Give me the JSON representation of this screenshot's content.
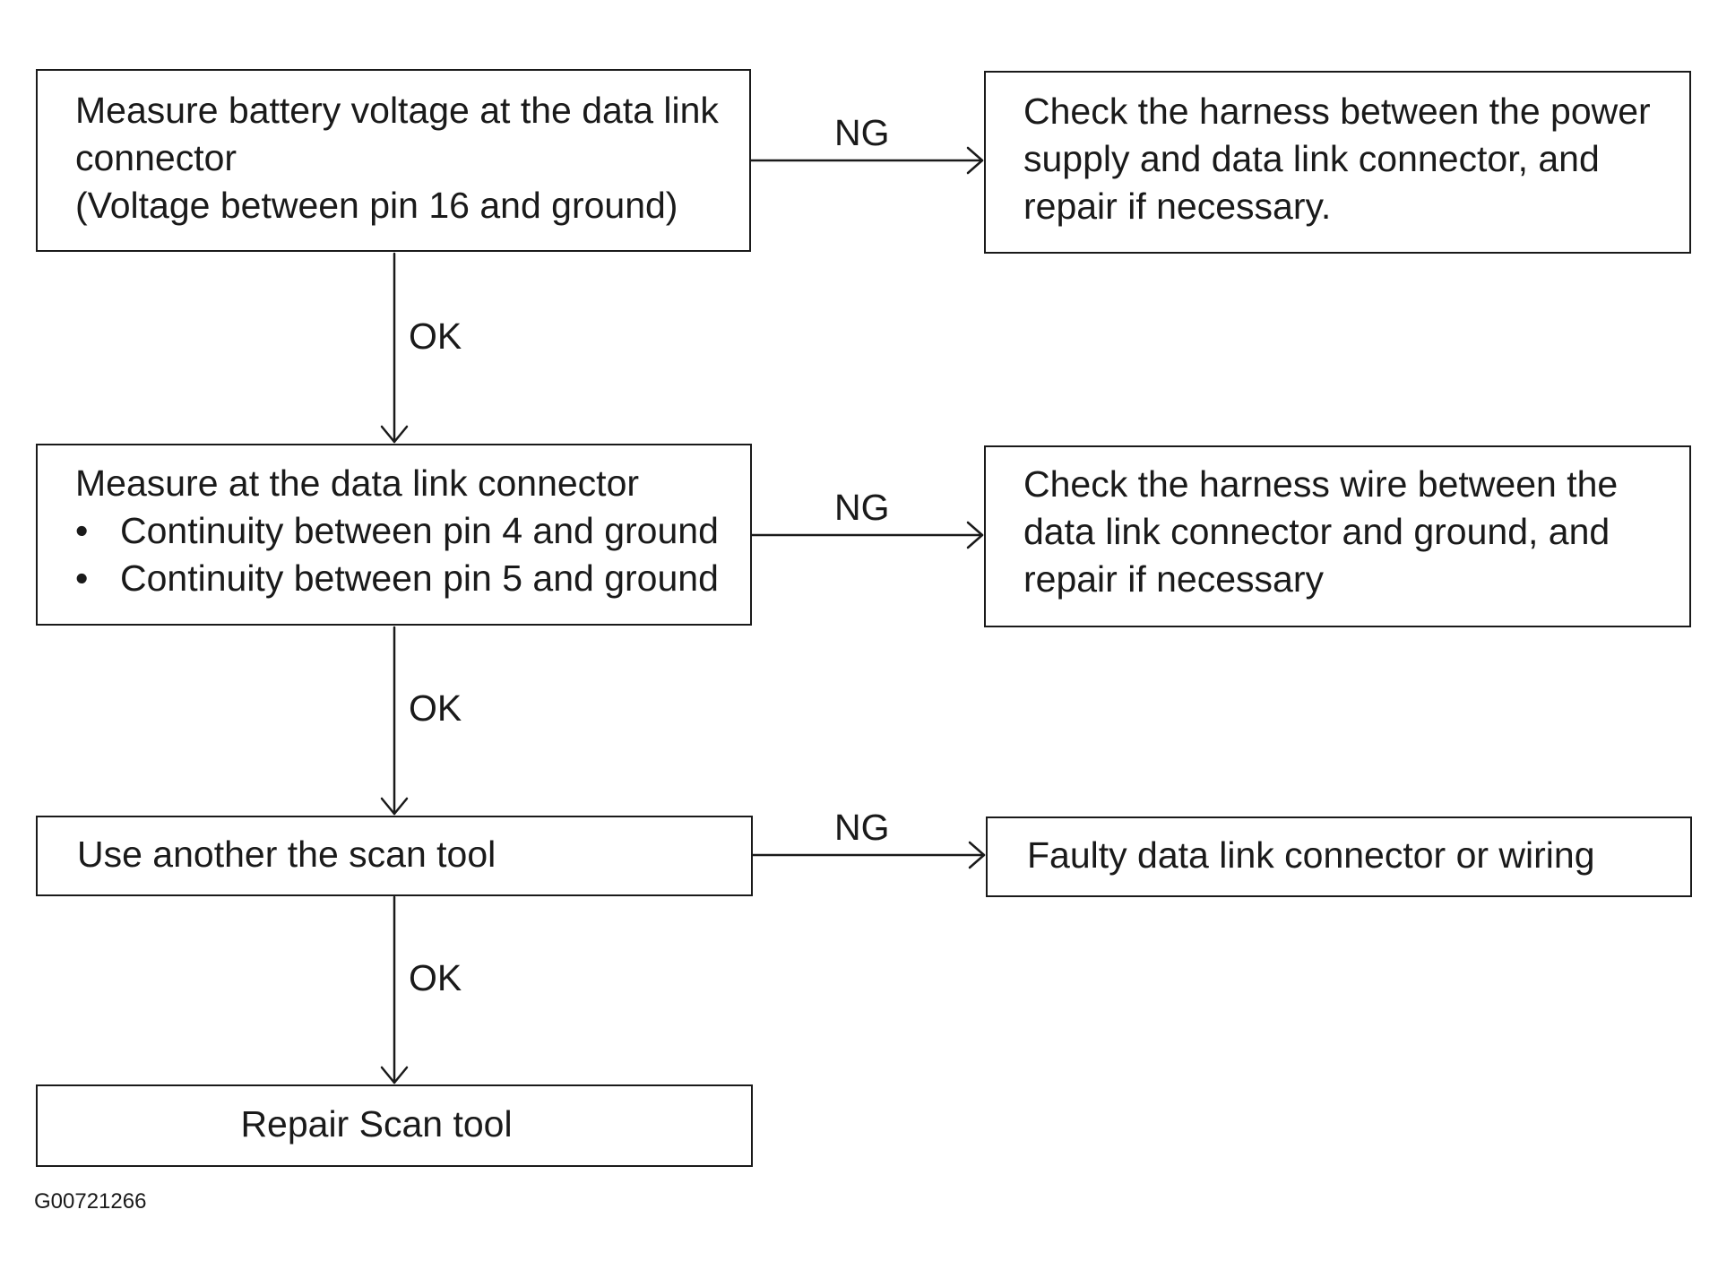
{
  "nodes": {
    "measure_battery": {
      "lines": [
        "Measure battery voltage at the data link",
        "connector",
        "(Voltage between pin 16 and ground)"
      ]
    },
    "check_harness_power": {
      "lines": [
        "Check the harness between the power",
        "supply and data link connector, and",
        "repair if necessary."
      ]
    },
    "measure_continuity": {
      "heading": "Measure at the data link connector",
      "bullet": "•",
      "bullets": [
        "Continuity between pin 4 and ground",
        "Continuity between pin 5 and ground"
      ]
    },
    "check_harness_ground": {
      "lines": [
        "Check the harness wire between the",
        "data link connector and ground, and",
        "repair if necessary"
      ]
    },
    "use_another_tool": {
      "lines": [
        "Use another the scan tool"
      ]
    },
    "faulty_connector": {
      "lines": [
        "Faulty data link connector or wiring"
      ]
    },
    "repair_scan_tool": {
      "lines": [
        "Repair Scan tool"
      ]
    }
  },
  "edges": [
    {
      "from": "measure_battery",
      "to": "check_harness_power",
      "label": "NG"
    },
    {
      "from": "measure_battery",
      "to": "measure_continuity",
      "label": "OK"
    },
    {
      "from": "measure_continuity",
      "to": "check_harness_ground",
      "label": "NG"
    },
    {
      "from": "measure_continuity",
      "to": "use_another_tool",
      "label": "OK"
    },
    {
      "from": "use_another_tool",
      "to": "faulty_connector",
      "label": "NG"
    },
    {
      "from": "use_another_tool",
      "to": "repair_scan_tool",
      "label": "OK"
    }
  ],
  "figure_id": "G00721266"
}
